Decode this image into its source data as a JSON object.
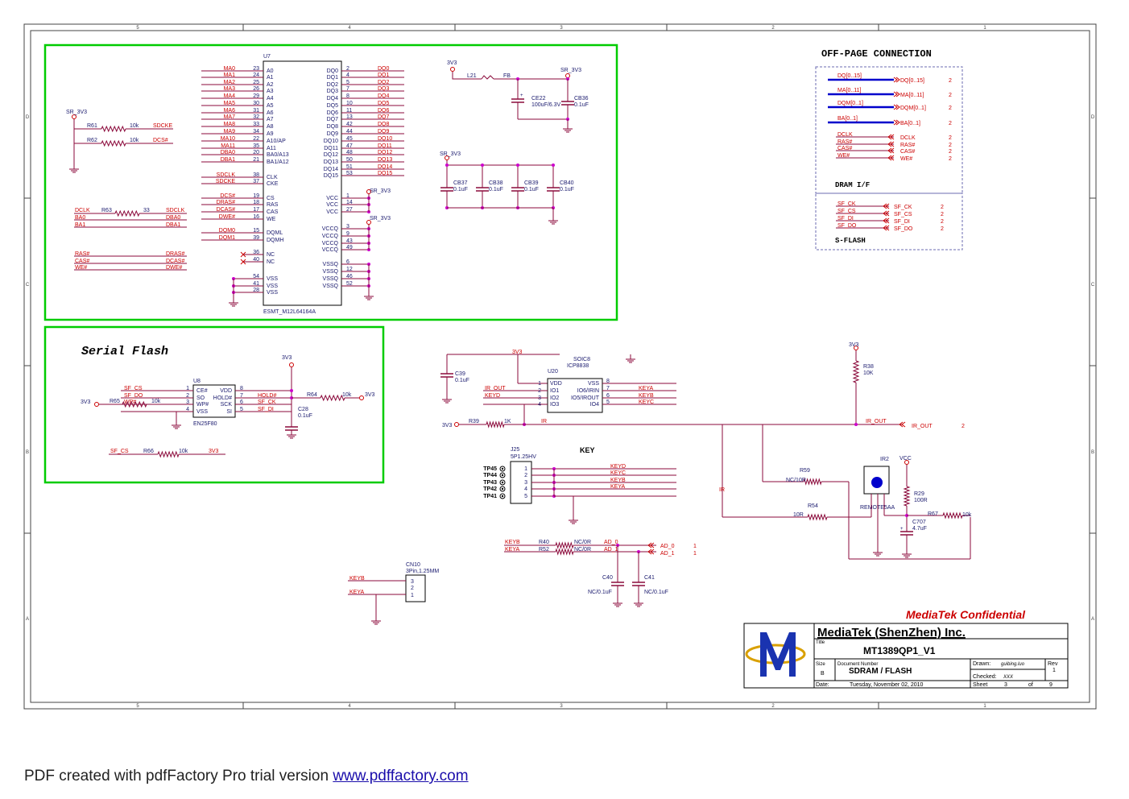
{
  "zones_top": [
    "5",
    "4",
    "3",
    "2",
    "1"
  ],
  "zones_side": [
    "D",
    "C",
    "B",
    "A"
  ],
  "sdram": {
    "ref": "U7",
    "part": "ESMT_M12L64164A",
    "left_pins": [
      [
        "MA0",
        "23",
        "A0"
      ],
      [
        "MA1",
        "24",
        "A1"
      ],
      [
        "MA2",
        "25",
        "A2"
      ],
      [
        "MA3",
        "26",
        "A3"
      ],
      [
        "MA4",
        "29",
        "A4"
      ],
      [
        "MA5",
        "30",
        "A5"
      ],
      [
        "MA6",
        "31",
        "A6"
      ],
      [
        "MA7",
        "32",
        "A7"
      ],
      [
        "MA8",
        "33",
        "A8"
      ],
      [
        "MA9",
        "34",
        "A9"
      ],
      [
        "MA10",
        "22",
        "A10/AP"
      ],
      [
        "MA11",
        "35",
        "A11"
      ],
      [
        "DBA0",
        "20",
        "BA0/A13"
      ],
      [
        "DBA1",
        "21",
        "BA1/A12"
      ],
      [
        "SDCLK",
        "38",
        "CLK"
      ],
      [
        "SDCKE",
        "37",
        "CKE"
      ],
      [
        "DCS#",
        "19",
        "CS"
      ],
      [
        "DRAS#",
        "18",
        "RAS"
      ],
      [
        "DCAS#",
        "17",
        "CAS"
      ],
      [
        "DWE#",
        "16",
        "WE"
      ],
      [
        "DQM0",
        "15",
        "DQML"
      ],
      [
        "DQM1",
        "39",
        "DQMH"
      ],
      [
        "",
        "36",
        "NC"
      ],
      [
        "",
        "40",
        "NC"
      ],
      [
        "",
        "54",
        "VSS"
      ],
      [
        "",
        "41",
        "VSS"
      ],
      [
        "",
        "28",
        "VSS"
      ]
    ],
    "right_pins": [
      [
        "DQ0",
        "2",
        "DQ0"
      ],
      [
        "DQ1",
        "4",
        "DQ1"
      ],
      [
        "DQ2",
        "5",
        "DQ2"
      ],
      [
        "DQ3",
        "7",
        "DQ3"
      ],
      [
        "DQ4",
        "8",
        "DQ4"
      ],
      [
        "DQ5",
        "10",
        "DQ5"
      ],
      [
        "DQ6",
        "11",
        "DQ6"
      ],
      [
        "DQ7",
        "13",
        "DQ7"
      ],
      [
        "DQ8",
        "42",
        "DQ8"
      ],
      [
        "DQ9",
        "44",
        "DQ9"
      ],
      [
        "DQ10",
        "45",
        "DQ10"
      ],
      [
        "DQ11",
        "47",
        "DQ11"
      ],
      [
        "DQ12",
        "48",
        "DQ12"
      ],
      [
        "DQ13",
        "50",
        "DQ13"
      ],
      [
        "DQ14",
        "51",
        "DQ14"
      ],
      [
        "DQ15",
        "53",
        "DQ15"
      ],
      [
        "",
        "1",
        "VCC"
      ],
      [
        "",
        "14",
        "VCC"
      ],
      [
        "",
        "27",
        "VCC"
      ],
      [
        "",
        "3",
        "VCCQ"
      ],
      [
        "",
        "9",
        "VCCQ"
      ],
      [
        "",
        "43",
        "VCCQ"
      ],
      [
        "",
        "49",
        "VCCQ"
      ],
      [
        "",
        "6",
        "VSSQ"
      ],
      [
        "",
        "12",
        "VSSQ"
      ],
      [
        "",
        "46",
        "VSSQ"
      ],
      [
        "",
        "52",
        "VSSQ"
      ]
    ]
  },
  "sdram_left": {
    "sr3v3": "SR_3V3",
    "r61": "R61",
    "r61_val": "10k",
    "r61_net": "SDCKE",
    "r62": "R62",
    "r62_val": "10k",
    "r62_net": "DCS#",
    "dclk": "DCLK",
    "r63": "R63",
    "r63_val": "33",
    "sdclk": "SDCLK",
    "ba0": "BA0",
    "dba0": "DBA0",
    "ba1": "BA1",
    "dba1": "DBA1",
    "ras": "RAS#",
    "dras": "DRAS#",
    "cas": "CAS#",
    "dcas": "DCAS#",
    "we": "WE#",
    "dwe": "DWE#"
  },
  "power": {
    "v3v3": "3V3",
    "l21": "L21",
    "fb": "FB",
    "sr3v3": "SR_3V3",
    "ce22": "CE22",
    "ce22_val": "100uF/6.3V",
    "cb36": "CB36",
    "cb36_val": "0.1uF",
    "plus": "+",
    "caps": [
      [
        "CB37",
        "0.1uF"
      ],
      [
        "CB38",
        "0.1uF"
      ],
      [
        "CB39",
        "0.1uF"
      ],
      [
        "CB40",
        "0.1uF"
      ]
    ],
    "vcc_net": "SR_3V3",
    "vccq_net": "SR_3V3"
  },
  "offpage": {
    "title": "OFF-PAGE CONNECTION",
    "dram_label": "DRAM I/F",
    "sflash_label": "S-FLASH",
    "bus": [
      [
        "DQ[0..15]",
        "DQ[0..15]",
        "2"
      ],
      [
        "MA[0..11]",
        "MA[0..11]",
        "2"
      ],
      [
        "DQM[0..1]",
        "DQM[0..1]",
        "2"
      ],
      [
        "BA[0..1]",
        "BA[0..1]",
        "2"
      ]
    ],
    "signals": [
      [
        "DCLK",
        "DCLK",
        "2"
      ],
      [
        "RAS#",
        "RAS#",
        "2"
      ],
      [
        "CAS#",
        "CAS#",
        "2"
      ],
      [
        "WE#",
        "WE#",
        "2"
      ]
    ],
    "sf": [
      [
        "SF_CK",
        "SF_CK",
        "2"
      ],
      [
        "SF_CS",
        "SF_CS",
        "2"
      ],
      [
        "SF_DI",
        "SF_DI",
        "2"
      ],
      [
        "SF_DO",
        "SF_DO",
        "2"
      ]
    ]
  },
  "serial_flash": {
    "title": "Serial Flash",
    "ref": "U8",
    "part": "EN25F80",
    "v3v3": "3V3",
    "left_pins": [
      [
        "SF_CS",
        "1",
        "CE#"
      ],
      [
        "SF_DO",
        "2",
        "SO"
      ],
      [
        "WP#",
        "3",
        "WP#"
      ],
      [
        "",
        "4",
        "VSS"
      ]
    ],
    "right_pins": [
      [
        "8",
        "VDD",
        ""
      ],
      [
        "7",
        "HOLD#",
        "HOLD#"
      ],
      [
        "6",
        "SCK",
        "SF_CK"
      ],
      [
        "5",
        "SI",
        "SF_DI"
      ]
    ],
    "r65": "R65",
    "r65_val": "10k",
    "r65_pwr": "3V3",
    "r64": "R64",
    "r64_val": "10k",
    "r64_pwr": "3V3",
    "c28": "C28",
    "c28_val": "0.1uF",
    "r66_net": "SF_CS",
    "r66": "R66",
    "r66_val": "10k",
    "r66_pwr": "3V3"
  },
  "ir_block": {
    "v3v3": "3V3",
    "soic": "SOIC8",
    "ic": "ICP8838",
    "ref": "U20",
    "c39": "C39",
    "c39_val": "0.1uF",
    "left_pins": [
      [
        "",
        "1",
        "VDD"
      ],
      [
        "IR_OUT",
        "2",
        "IO1"
      ],
      [
        "KEYD",
        "3",
        "IO2"
      ],
      [
        "",
        "4",
        "IO3"
      ]
    ],
    "right_pins": [
      [
        "8",
        "VSS",
        ""
      ],
      [
        "7",
        "IO6/IRIN",
        "KEYA"
      ],
      [
        "6",
        "IO5/IROUT",
        "KEYB"
      ],
      [
        "5",
        "IO4",
        "KEYC"
      ]
    ],
    "r39_pwr": "3V3",
    "r39": "R39",
    "r39_val": "1K",
    "ir": "IR",
    "ir_v": "IR"
  },
  "key": {
    "title": "KEY",
    "ref": "J25",
    "part": "5P1.25HV",
    "tps": [
      "TP45",
      "TP44",
      "TP43",
      "TP42",
      "TP41"
    ],
    "pins": [
      "1",
      "2",
      "3",
      "4",
      "5"
    ],
    "nets": [
      "KEYD",
      "KEYC",
      "KEYB",
      "KEYA",
      ""
    ]
  },
  "adc": {
    "r40_net": "KEYB",
    "r40": "R40",
    "r40_val": "NC/0R",
    "ad0": "AD_0",
    "ad0_off": "AD_0",
    "ad0_pg": "1",
    "r52_net": "KEYA",
    "r52": "R52",
    "r52_val": "NC/0R",
    "ad1": "AD_1",
    "ad1_off": "AD_1",
    "ad1_pg": "1",
    "c40": "C40",
    "c40_val": "NC/0.1uF",
    "c41": "C41",
    "c41_val": "NC/0.1uF"
  },
  "cn10": {
    "ref": "CN10",
    "part": "3Pin,1.25MM",
    "rows": [
      [
        "KEYB",
        "3"
      ],
      [
        "",
        "2"
      ],
      [
        "KEYA",
        "1"
      ]
    ]
  },
  "remote": {
    "v3v3": "3V3",
    "r38": "R38",
    "r38_val": "10K",
    "ir_out": "IR_OUT",
    "ir_out_off": "IR_OUT",
    "ir_out_pg": "2",
    "r59": "R59",
    "r59_val": "NC/10R",
    "r54": "R54",
    "r54_val": "10R",
    "ir2": "IR2",
    "vcc": "VCC",
    "remote": "REMOTE5AA",
    "r29": "R29",
    "r29_val": "100R",
    "c707": "C707",
    "c707_val": "4.7uF",
    "plus": "+",
    "r67": "R67",
    "r67_val": "10k"
  },
  "titleblock": {
    "confidential": "MediaTek Confidential",
    "company": "MediaTek (ShenZhen) Inc.",
    "title_lbl": "Title",
    "title": "MT1389QP1_V1",
    "size_lbl": "Size",
    "size": "B",
    "doc_lbl": "Document Number",
    "doc": "SDRAM / FLASH",
    "drawn_lbl": "Drawn:",
    "drawn": "guibing.luo",
    "checked_lbl": "Checked:",
    "checked": "XXX",
    "rev_lbl": "Rev",
    "rev": "1",
    "date_lbl": "Date:",
    "date": "Tuesday, November 02, 2010",
    "sheet_lbl": "Sheet",
    "sheet": "3",
    "of_lbl": "of",
    "sheets": "9"
  },
  "footer": {
    "prefix": "PDF created with pdfFactory Pro trial version ",
    "link": "www.pdffactory.com"
  },
  "colors": {
    "net": "#cc0000",
    "wire": "#8b0a3b",
    "text": "#1a1a6e",
    "box": "#00cc00",
    "bus": "#0000cc",
    "pin": "#cc00cc"
  }
}
